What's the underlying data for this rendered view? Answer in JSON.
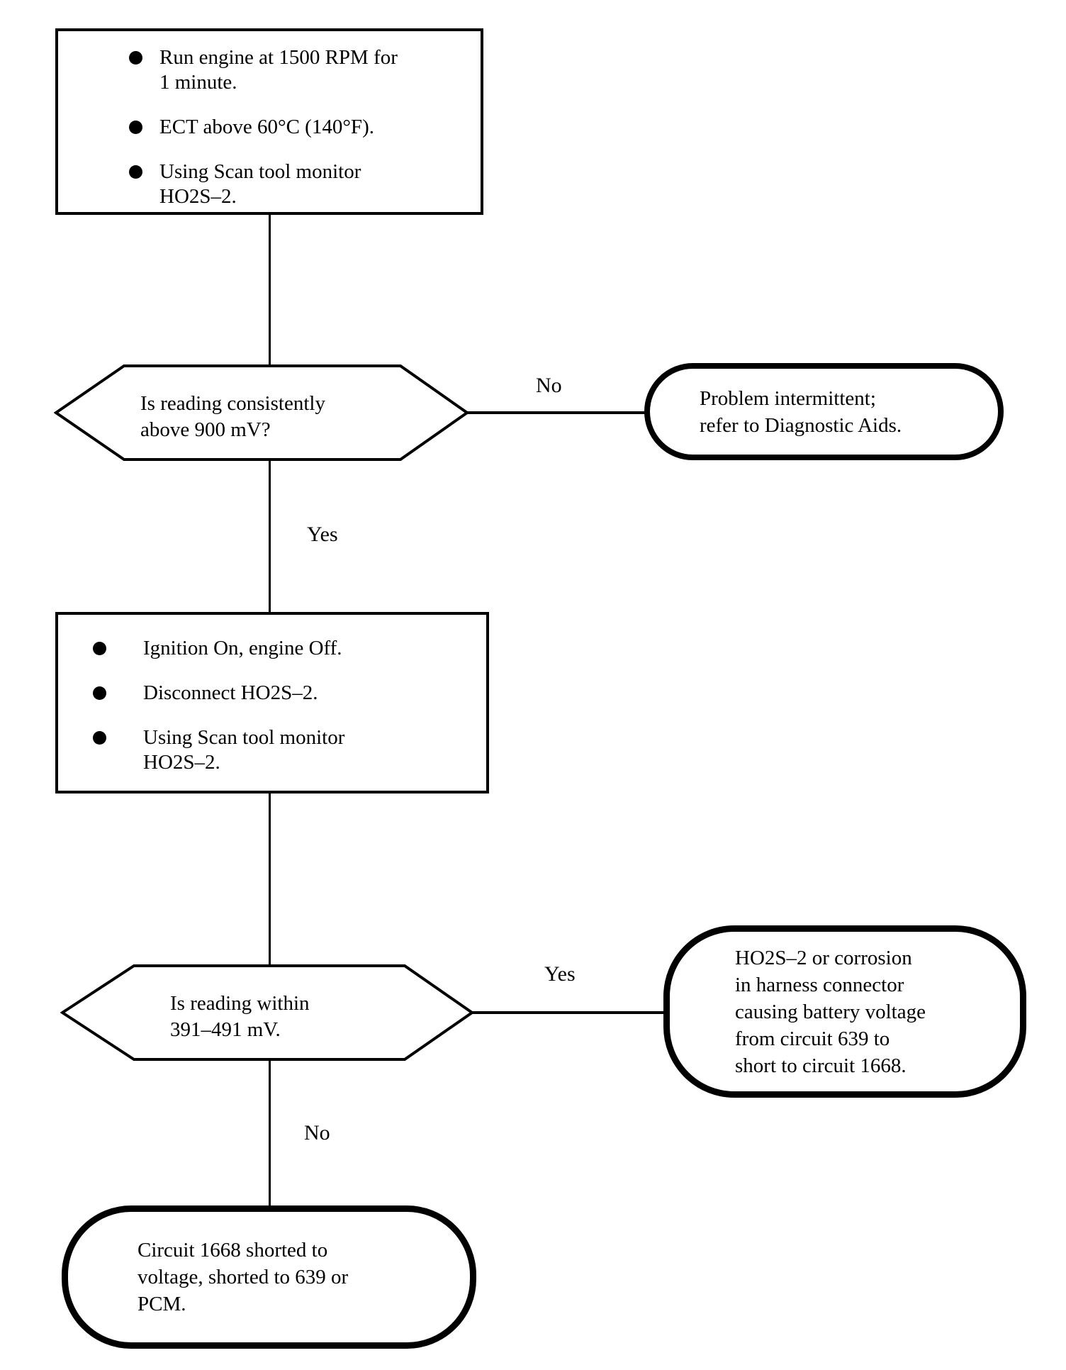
{
  "colors": {
    "ink": "#000000",
    "paper": "#ffffff"
  },
  "nodes": {
    "box1": {
      "bullets": [
        {
          "lines": [
            "Run engine at 1500 RPM for",
            "1 minute."
          ]
        },
        {
          "lines": [
            "ECT above 60°C (140°F)."
          ]
        },
        {
          "lines": [
            "Using Scan tool monitor",
            "HO2S–2."
          ]
        }
      ]
    },
    "hex1": {
      "lines": [
        "Is reading consistently",
        "above 900 mV?"
      ]
    },
    "stadium1": {
      "lines": [
        "Problem intermittent;",
        "refer to Diagnostic Aids."
      ]
    },
    "box2": {
      "bullets": [
        {
          "lines": [
            "Ignition On, engine Off."
          ]
        },
        {
          "lines": [
            "Disconnect HO2S–2."
          ]
        },
        {
          "lines": [
            "Using Scan tool monitor",
            "HO2S–2."
          ]
        }
      ]
    },
    "hex2": {
      "lines": [
        "Is reading within",
        "391–491 mV."
      ]
    },
    "stadium2": {
      "lines": [
        "HO2S–2 or corrosion",
        "in harness connector",
        "causing battery voltage",
        "from circuit 639 to",
        "short to circuit 1668."
      ]
    },
    "stadium3": {
      "lines": [
        "Circuit 1668 shorted to",
        "voltage, shorted to 639 or",
        "PCM."
      ]
    }
  },
  "edges": {
    "no1": "No",
    "yes1": "Yes",
    "yes2": "Yes",
    "no2": "No"
  }
}
